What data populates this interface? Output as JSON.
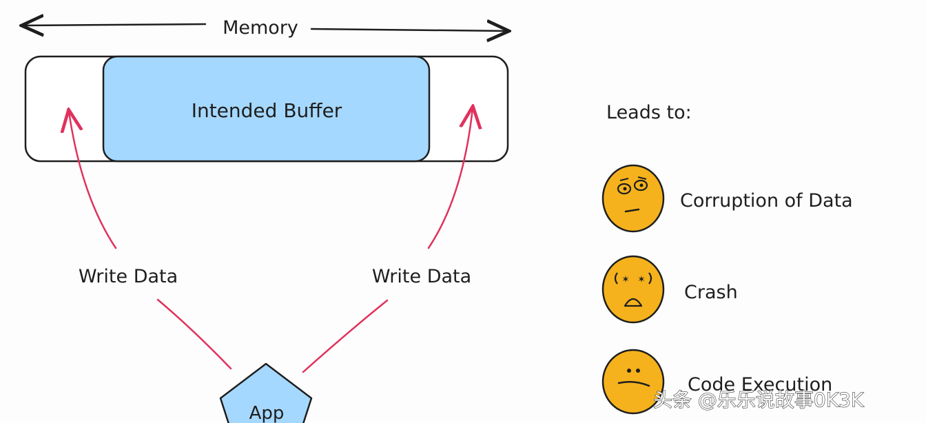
{
  "diagram": {
    "memory_label": "Memory",
    "buffer_label": "Intended Buffer",
    "write_left_label": "Write Data",
    "write_right_label": "Write Data",
    "app_label": "App",
    "leads_to_label": "Leads to:",
    "outcomes": [
      {
        "label": "Corruption of Data",
        "icon": "dizzy-face-icon"
      },
      {
        "label": "Crash",
        "icon": "shocked-face-icon"
      },
      {
        "label": "Code Execution",
        "icon": "sad-face-icon"
      }
    ],
    "colors": {
      "buffer_fill": "#a5d8ff",
      "app_fill": "#a5d8ff",
      "arrow": "#e0315c",
      "face_fill": "#f5b21c",
      "stroke": "#1e1e1e"
    }
  },
  "watermark": "头条 @乐乐说故事0K3K"
}
